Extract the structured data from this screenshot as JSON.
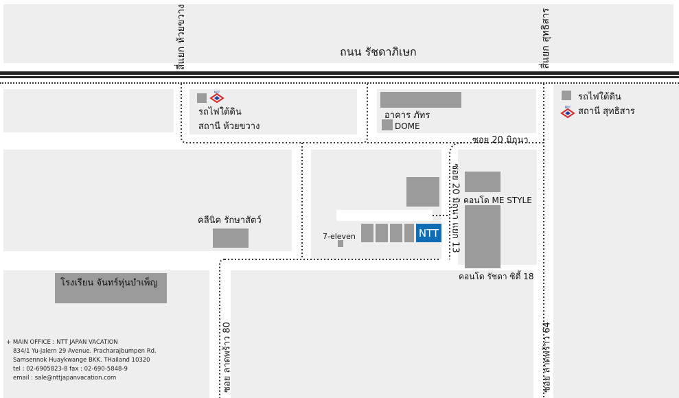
{
  "roads": {
    "main_road": "ถนน รัชดาภิเษก",
    "intersection_left": "สี่แยก ห้วยขวาง",
    "intersection_right": "สี่แยก สุทธิสาร",
    "soi_20": "ซอย 20 มิถุนา",
    "soi_20_13": "ซอย 20 มิถุนา แยก 13",
    "soi_lat_80": "ซอย ลาดพร้าว 80",
    "soi_lat_64": "ซอย ลาดพร้าว 64"
  },
  "places": {
    "mrt_huaikhwang_line1": "รถไฟใต้ดิน",
    "mrt_huaikhwang_line2": "สถานี ห้วยขวาง",
    "mrt_sutthisan_line1": "รถไฟใต้ดิน",
    "mrt_sutthisan_line2": "สถานี สุทธิสาร",
    "pakorn_building": "อาคาร ภัทร",
    "dome": "DOME",
    "me_style": "คอนโด ME STYLE",
    "ratchada_city": "คอนโด รัชดา ซิตี้ 18",
    "vet_clinic": "คลีนิค รักษาสัตว์",
    "school": "โรงเรียน จันทร์หุ่นบำเพ็ญ",
    "seven_eleven": "7-eleven",
    "ntt": "NTT"
  },
  "mrt_logo_text": "MRT",
  "office": {
    "line1": "+ MAIN OFFICE : NTT JAPAN VACATION",
    "line2": "834/1  Yu-jalern 29 Avenue. Pracharajbumpen Rd.",
    "line3": "Samsennok  Huaykwange BKK. THailand 10320",
    "line4": "tel : 02-6905823-8      fax : 02-690-5848-9",
    "line5": "email : sale@nttjapanvacation.com"
  },
  "colors": {
    "block": "#eeeeee",
    "building": "#9b9b9b",
    "ntt_blue": "#0f6db5",
    "mrt_red": "#d62828",
    "mrt_blue": "#2a3f9e"
  }
}
